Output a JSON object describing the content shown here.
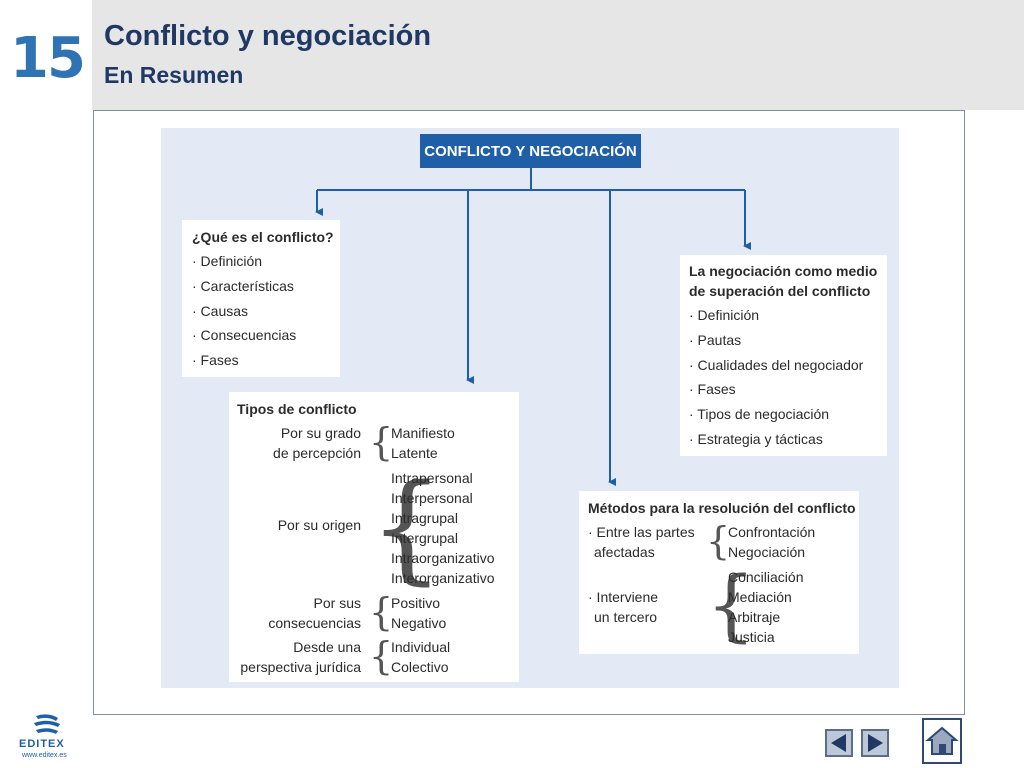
{
  "header": {
    "chapter_number": "15",
    "title": "Conflicto y negociación",
    "subtitle": "En Resumen"
  },
  "diagram": {
    "root": "CONFLICTO Y NEGOCIACIÓN",
    "que_es": {
      "title": "¿Qué es el conflicto?",
      "items": [
        "· Definición",
        "· Características",
        "· Causas",
        "· Consecuencias",
        "· Fases"
      ]
    },
    "negociacion": {
      "title_line1": "La negociación como medio",
      "title_line2": "de superación del conflicto",
      "items": [
        "· Definición",
        "· Pautas",
        "· Cualidades del negociador",
        "· Fases",
        "· Tipos de negociación",
        "· Estrategia y tácticas"
      ]
    },
    "tipos": {
      "title": "Tipos de conflicto",
      "percepcion": {
        "label1": "Por su grado",
        "label2": "de percepción",
        "values": [
          "Manifiesto",
          "Latente"
        ]
      },
      "origen": {
        "label": "Por su origen",
        "values": [
          "Intrapersonal",
          "Interpersonal",
          "Intragrupal",
          "Intergrupal",
          "Intraorganizativo",
          "Interorganizativo"
        ]
      },
      "consecuencias": {
        "label1": "Por sus",
        "label2": "consecuencias",
        "values": [
          "Positivo",
          "Negativo"
        ]
      },
      "juridica": {
        "label1": "Desde una",
        "label2": "perspectiva jurídica",
        "values": [
          "Individual",
          "Colectivo"
        ]
      }
    },
    "metodos": {
      "title": "Métodos para la resolución del conflicto",
      "partes": {
        "label1": "· Entre las partes",
        "label2": "afectadas",
        "values": [
          "Confrontación",
          "Negociación"
        ]
      },
      "tercero": {
        "label1": "· Interviene",
        "label2": "un tercero",
        "values": [
          "Conciliación",
          "Mediación",
          "Arbitraje",
          "Justicia"
        ]
      }
    }
  },
  "footer": {
    "logo_text": "EDITEX",
    "logo_url": "www.editex.es"
  },
  "colors": {
    "accent": "#1f5fa8",
    "title": "#1f3864",
    "chapter": "#2e74b5",
    "diagram_bg": "#e4eaf5"
  }
}
